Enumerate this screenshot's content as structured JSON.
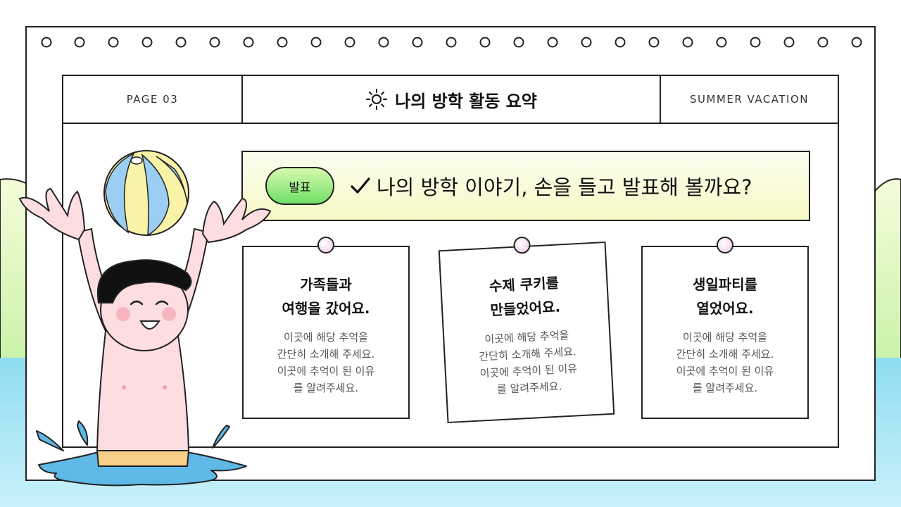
{
  "header": {
    "page_label": "PAGE 03",
    "title": "나의 방학 활동 요약",
    "right_label": "SUMMER VACATION",
    "title_icon": "sun-icon"
  },
  "banner": {
    "pill_label": "발표",
    "check_icon": "check-icon",
    "text": "나의 방학 이야기, 손을 들고 발표해 볼까요?"
  },
  "cards": [
    {
      "title_line1": "가족들과",
      "title_line2": "여행을 갔어요.",
      "body_line1": "이곳에 해당 추억을",
      "body_line2": "간단히 소개해 주세요.",
      "body_line3": "이곳에 추억이 된 이유",
      "body_line4": "를 알려주세요."
    },
    {
      "title_line1": "수제 쿠키를",
      "title_line2": "만들었어요.",
      "body_line1": "이곳에 해당 추억을",
      "body_line2": "간단히 소개해 주세요.",
      "body_line3": "이곳에 추억이 된 이유",
      "body_line4": "를 알려주세요."
    },
    {
      "title_line1": "생일파티를",
      "title_line2": "열었어요.",
      "body_line1": "이곳에 해당 추억을",
      "body_line2": "간단히 소개해 주세요.",
      "body_line3": "이곳에 추억이 된 이유",
      "body_line4": "를 알려주세요."
    }
  ],
  "colors": {
    "hill_green": "#c9f2a8",
    "water_blue": "#a9e6f5",
    "banner_yellow": "#f7f9c6",
    "pill_green": "#6fe066",
    "pin_pink": "#f6dcef"
  },
  "decor": {
    "ball": "beach-ball-icon",
    "boy": "boy-illustration",
    "splash": "water-splash"
  }
}
